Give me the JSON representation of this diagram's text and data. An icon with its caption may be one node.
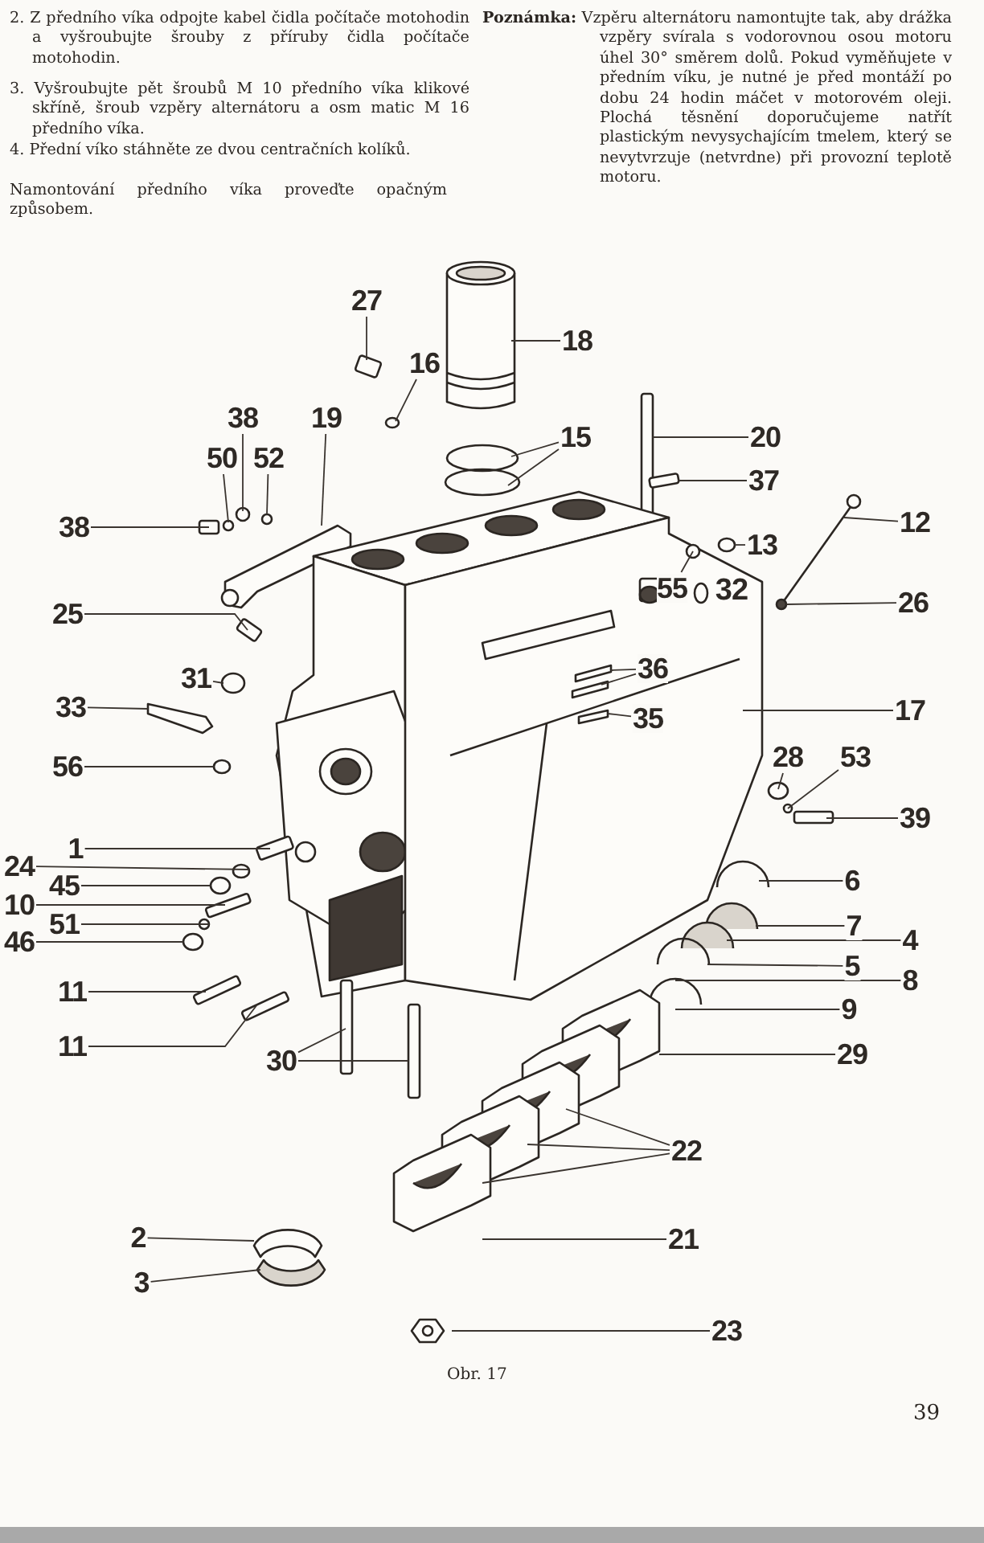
{
  "diagram": {
    "caption": "Obr. 17",
    "nodes": [
      {
        "text": [
          "27"
        ]
      },
      {
        "text": [
          "16"
        ]
      },
      {
        "text": [
          "18"
        ]
      },
      {
        "text": [
          "38"
        ]
      },
      {
        "text": [
          "19"
        ]
      },
      {
        "text": [
          "50"
        ]
      },
      {
        "text": [
          "52"
        ]
      },
      {
        "text": [
          "15"
        ]
      },
      {
        "text": [
          "20"
        ]
      },
      {
        "text": [
          "37"
        ]
      },
      {
        "text": [
          "38"
        ]
      },
      {
        "text": [
          "12"
        ]
      },
      {
        "text": [
          "13"
        ]
      },
      {
        "text": [
          "55"
        ]
      },
      {
        "text": [
          "26"
        ]
      },
      {
        "text": [
          "25"
        ]
      },
      {
        "text": [
          "36"
        ]
      },
      {
        "text": [
          "31"
        ]
      },
      {
        "text": [
          "33"
        ]
      },
      {
        "text": [
          "17"
        ]
      },
      {
        "text": [
          "35"
        ]
      },
      {
        "text": [
          "56"
        ]
      },
      {
        "text": [
          "28"
        ]
      },
      {
        "text": [
          "53"
        ]
      },
      {
        "text": [
          "1"
        ]
      },
      {
        "text": [
          "39"
        ]
      },
      {
        "text": [
          "24"
        ]
      },
      {
        "text": [
          "45"
        ]
      },
      {
        "text": [
          "10"
        ]
      },
      {
        "text": [
          "51"
        ]
      },
      {
        "text": [
          "6"
        ]
      },
      {
        "text": [
          "46"
        ]
      },
      {
        "text": [
          "7"
        ]
      },
      {
        "text": [
          "4"
        ]
      },
      {
        "text": [
          "5"
        ]
      },
      {
        "text": [
          "8"
        ]
      },
      {
        "text": [
          "11"
        ]
      },
      {
        "text": [
          "9"
        ]
      },
      {
        "text": [
          "30"
        ]
      },
      {
        "text": [
          "29"
        ]
      },
      {
        "text": [
          "11"
        ]
      },
      {
        "text": [
          "22"
        ]
      },
      {
        "text": [
          "21"
        ]
      },
      {
        "text": [
          "2"
        ]
      },
      {
        "text": [
          "3"
        ]
      },
      {
        "text": [
          "23"
        ]
      }
    ],
    "edges": [
      {
        "from": 0,
        "to": null,
        "arrow": "none"
      },
      {
        "from": 1,
        "to": null,
        "arrow": "none"
      },
      {
        "from": 2,
        "to": null,
        "arrow": "none"
      },
      {
        "from": 3,
        "to": null,
        "arrow": "none"
      },
      {
        "from": 4,
        "to": null,
        "arrow": "none"
      },
      {
        "from": 5,
        "to": null,
        "arrow": "none"
      },
      {
        "from": 6,
        "to": null,
        "arrow": "none"
      },
      {
        "from": 7,
        "to": null,
        "arrow": "none"
      },
      {
        "from": 7,
        "to": null,
        "arrow": "none"
      },
      {
        "from": 8,
        "to": null,
        "arrow": "none"
      },
      {
        "from": 9,
        "to": null,
        "arrow": "none"
      },
      {
        "from": 10,
        "to": null,
        "arrow": "none"
      },
      {
        "from": 11,
        "to": null,
        "arrow": "none"
      },
      {
        "from": 12,
        "to": null,
        "arrow": "none"
      },
      {
        "from": 13,
        "to": null,
        "arrow": "none"
      },
      {
        "from": 14,
        "to": null,
        "arrow": "none"
      },
      {
        "from": 15,
        "to": null,
        "arrow": "none"
      },
      {
        "from": 16,
        "to": null,
        "arrow": "none"
      },
      {
        "from": 16,
        "to": null,
        "arrow": "none"
      },
      {
        "from": 17,
        "to": null,
        "arrow": "none"
      },
      {
        "from": 18,
        "to": null,
        "arrow": "none"
      },
      {
        "from": 19,
        "to": null,
        "arrow": "none"
      },
      {
        "from": 20,
        "to": null,
        "arrow": "none"
      },
      {
        "from": 21,
        "to": null,
        "arrow": "none"
      },
      {
        "from": 22,
        "to": null,
        "arrow": "none"
      },
      {
        "from": 23,
        "to": null,
        "arrow": "none"
      },
      {
        "from": 24,
        "to": null,
        "arrow": "none"
      },
      {
        "from": 25,
        "to": null,
        "arrow": "none"
      },
      {
        "from": 26,
        "to": null,
        "arrow": "none"
      },
      {
        "from": 27,
        "to": null,
        "arrow": "none"
      },
      {
        "from": 28,
        "to": null,
        "arrow": "none"
      },
      {
        "from": 29,
        "to": null,
        "arrow": "none"
      },
      {
        "from": 30,
        "to": null,
        "arrow": "none"
      },
      {
        "from": 31,
        "to": null,
        "arrow": "none"
      },
      {
        "from": 32,
        "to": null,
        "arrow": "none"
      },
      {
        "from": 33,
        "to": null,
        "arrow": "none"
      },
      {
        "from": 34,
        "to": null,
        "arrow": "none"
      },
      {
        "from": 35,
        "to": null,
        "arrow": "none"
      },
      {
        "from": 36,
        "to": null,
        "arrow": "none"
      },
      {
        "from": 37,
        "to": null,
        "arrow": "none"
      },
      {
        "from": 38,
        "to": null,
        "arrow": "none"
      },
      {
        "from": 38,
        "to": null,
        "arrow": "none"
      },
      {
        "from": 39,
        "to": null,
        "arrow": "none"
      },
      {
        "from": 40,
        "to": null,
        "arrow": "none"
      },
      {
        "from": 41,
        "to": null,
        "arrow": "none"
      },
      {
        "from": 41,
        "to": null,
        "arrow": "none"
      },
      {
        "from": 41,
        "to": null,
        "arrow": "none"
      },
      {
        "from": 42,
        "to": null,
        "arrow": "none"
      },
      {
        "from": 43,
        "to": null,
        "arrow": "none"
      },
      {
        "from": 44,
        "to": null,
        "arrow": "none"
      },
      {
        "from": 45,
        "to": null,
        "arrow": "none"
      }
    ],
    "labels": [
      "2. Z předního víka odpojte kabel čidla počítače motohodin a vyšroubujte šrouby z příruby čidla počítače motohodin.",
      "3. Vyšroubujte pět šroubů M 10 předního víka klikové skříně, šroub vzpěry alternátoru a osm matic M 16 předního víka.",
      "4. Přední víko stáhněte ze dvou centračních kolíků.",
      "Namontování předního víka proveďte opačným způsobem.",
      "**Poznámka:** Vzpěru alternátoru namontujte tak, aby drážka vzpěry svírala s vodorovnou osou motoru úhel 30° směrem dolů. Pokud vyměňujete v předním víku, je nutné je před montáží po dobu 24 hodin máčet v motorovém oleji. Plochá těsnění doporučujeme natřít plastickým nevysychajícím tmelem, který se nevytvrzuje (netvrdne) při provozní teplotě motoru.",
      "32",
      "39"
    ]
  }
}
